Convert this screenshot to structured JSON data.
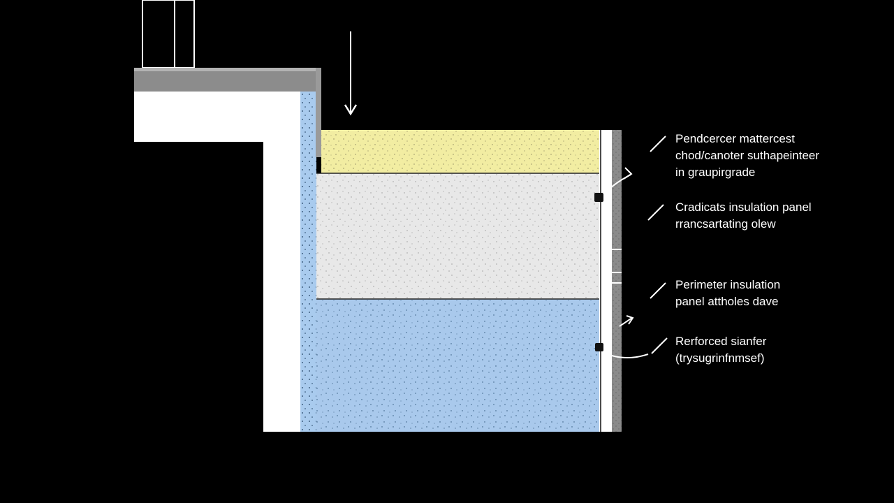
{
  "callouts": [
    {
      "lines": [
        "Pendcercer mattercest",
        "chod/canoter suthapeinteer",
        "in graupirgrade"
      ]
    },
    {
      "lines": [
        "Cradicats insulation panel",
        "rrancsartating olew"
      ]
    },
    {
      "lines": [
        "Perimeter insulation",
        "panel attholes dave"
      ]
    },
    {
      "lines": [
        "Rerforced sianfer",
        "(trysugrinfnmsef)"
      ]
    }
  ],
  "colors": {
    "background": "#000000",
    "slab": "#8c8c8c",
    "foundation": "#ffffff",
    "vertical_insulation": "#a9cbee",
    "topsoil": "#f2eda2",
    "gravel": "#e8e8e8",
    "rigid_insulation": "#a9c9ec",
    "form_board": "#8a8a8a",
    "lines": "#ffffff"
  },
  "icons": {
    "load_arrow": "arrow-down-icon",
    "pointer": "arrow-pointer-icon",
    "leader": "leader-line-icon",
    "anchor": "anchor-clip-icon"
  }
}
